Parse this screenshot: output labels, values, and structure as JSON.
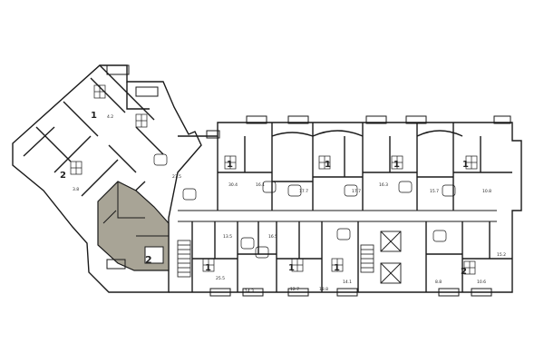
{
  "floor_plan": {
    "highlight_color": "#a8a496",
    "wall_color": "#1a1a1a",
    "highlighted_unit_rooms": "2",
    "wing_unit_labels": [
      "2",
      "1"
    ],
    "north_unit_labels": [
      "1",
      "1",
      "1",
      "1"
    ],
    "south_unit_labels": [
      "1",
      "1",
      "1",
      "2"
    ],
    "area_labels": [
      "27.5",
      "30.4",
      "16.1",
      "17.7",
      "17.7",
      "16.3",
      "15.7",
      "10.8",
      "13.5",
      "16.5",
      "25.5",
      "14.3",
      "12.7",
      "18.8",
      "14.1",
      "8.8",
      "10.6",
      "15.2",
      "4.2",
      "3.8"
    ],
    "icons": [
      "stair-icon",
      "elevator-icon",
      "kitchen-icon",
      "bath-icon"
    ]
  }
}
